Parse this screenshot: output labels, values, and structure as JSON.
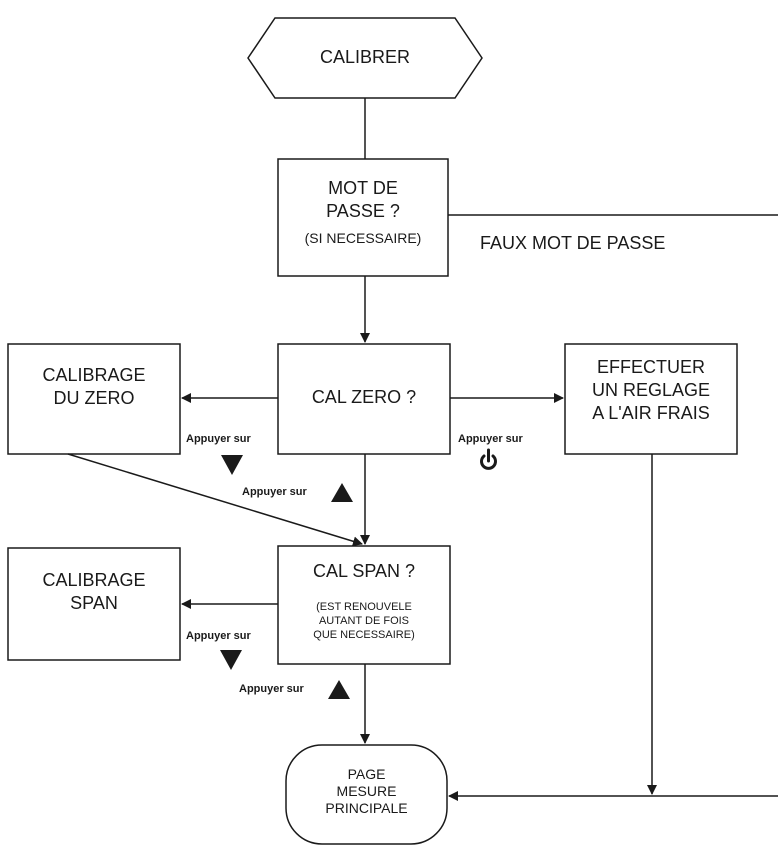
{
  "nodes": {
    "start": {
      "label": "CALIBRER"
    },
    "password": {
      "lines": [
        "MOT DE",
        "PASSE ?"
      ],
      "note": "(SI NECESSAIRE)"
    },
    "cal_zero": {
      "label": "CAL ZERO ?"
    },
    "zero_calibration": {
      "lines": [
        "CALIBRAGE",
        "DU ZERO"
      ]
    },
    "fresh_air": {
      "lines": [
        "EFFECTUER",
        "UN REGLAGE",
        "A L'AIR FRAIS"
      ]
    },
    "cal_span": {
      "label": "CAL SPAN ?",
      "note_lines": [
        "(EST RENOUVELE",
        "AUTANT DE FOIS",
        "QUE NECESSAIRE)"
      ]
    },
    "span_calibration": {
      "lines": [
        "CALIBRAGE",
        "SPAN"
      ]
    },
    "end": {
      "lines": [
        "PAGE",
        "MESURE",
        "PRINCIPALE"
      ]
    }
  },
  "edges": {
    "wrong_password": "FAUX MOT DE PASSE",
    "press_label": "Appuyer sur"
  },
  "icons": {
    "down": "down-triangle",
    "up": "up-triangle",
    "power": "power"
  },
  "colors": {
    "stroke": "#1a1a1a",
    "fill": "#ffffff"
  }
}
